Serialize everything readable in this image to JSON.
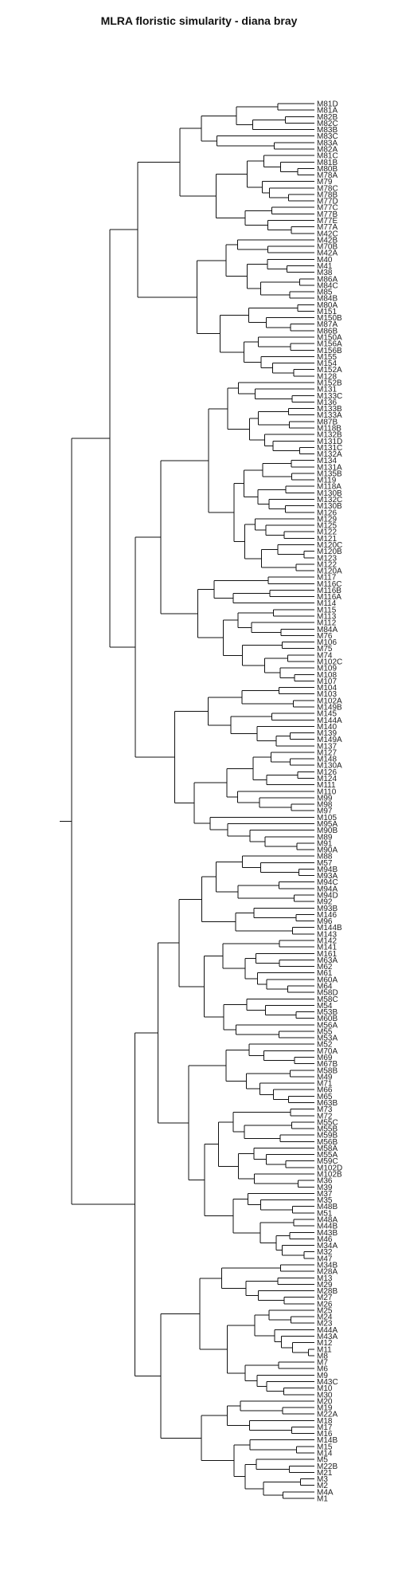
{
  "chart_data": {
    "type": "dendrogram",
    "title": "MLRA floristic simularity - diana bray",
    "orientation": "horizontal",
    "leaves": [
      "M81D",
      "M81A",
      "M82B",
      "M82C",
      "M83B",
      "M83C",
      "M83A",
      "M82A",
      "M81C",
      "M81B",
      "M80B",
      "M78A",
      "M79",
      "M78C",
      "M78B",
      "M77D",
      "M77C",
      "M77B",
      "M77E",
      "M77A",
      "M42C",
      "M42B",
      "M70B",
      "M42A",
      "M40",
      "M41",
      "M38",
      "M86A",
      "M84C",
      "M85",
      "M84B",
      "M80A",
      "M151",
      "M150B",
      "M87A",
      "M86B",
      "M150A",
      "M156A",
      "M156B",
      "M155",
      "M154",
      "M152A",
      "M128",
      "M152B",
      "M131",
      "M133C",
      "M136",
      "M133B",
      "M133A",
      "M87B",
      "M118B",
      "M132B",
      "M131D",
      "M131C",
      "M132A",
      "M134",
      "M131A",
      "M135B",
      "M119",
      "M118A",
      "M130B",
      "M132C",
      "M130B",
      "M126",
      "M129",
      "M125",
      "M122",
      "M121",
      "M120C",
      "M120B",
      "M123",
      "M122",
      "M120A",
      "M117",
      "M116C",
      "M116B",
      "M116A",
      "M114",
      "M115",
      "M113",
      "M112",
      "M84A",
      "M76",
      "M106",
      "M75",
      "M74",
      "M102C",
      "M109",
      "M108",
      "M107",
      "M104",
      "M103",
      "M102A",
      "M149B",
      "M145",
      "M144A",
      "M140",
      "M139",
      "M149A",
      "M137",
      "M127",
      "M148",
      "M130A",
      "M126",
      "M124",
      "M111",
      "M110",
      "M99",
      "M98",
      "M97",
      "M105",
      "M95A",
      "M90B",
      "M89",
      "M91",
      "M90A",
      "M88",
      "M57",
      "M94B",
      "M93A",
      "M94C",
      "M94A",
      "M94D",
      "M92",
      "M93B",
      "M146",
      "M96",
      "M144B",
      "M143",
      "M142",
      "M141",
      "M161",
      "M63A",
      "M62",
      "M61",
      "M60A",
      "M64",
      "M58D",
      "M58C",
      "M54",
      "M53B",
      "M60B",
      "M56A",
      "M55",
      "M53A",
      "M52",
      "M70A",
      "M69",
      "M67B",
      "M58B",
      "M49",
      "M71",
      "M66",
      "M65",
      "M63B",
      "M73",
      "M72",
      "M55C",
      "M55B",
      "M59B",
      "M56B",
      "M58A",
      "M55A",
      "M59C",
      "M102D",
      "M102B",
      "M36",
      "M39",
      "M37",
      "M35",
      "M48B",
      "M51",
      "M48A",
      "M44B",
      "M43B",
      "M46",
      "M34A",
      "M32",
      "M47",
      "M34B",
      "M28A",
      "M13",
      "M29",
      "M28B",
      "M27",
      "M26",
      "M25",
      "M24",
      "M23",
      "M44A",
      "M43A",
      "M12",
      "M11",
      "M8",
      "M7",
      "M6",
      "M9",
      "M43C",
      "M10",
      "M30",
      "M20",
      "M19",
      "M22A",
      "M18",
      "M17",
      "M16",
      "M14B",
      "M15",
      "M14",
      "M5",
      "M22B",
      "M21",
      "M3",
      "M2",
      "M4A",
      "M1"
    ],
    "xlabel": "",
    "ylabel": ""
  }
}
